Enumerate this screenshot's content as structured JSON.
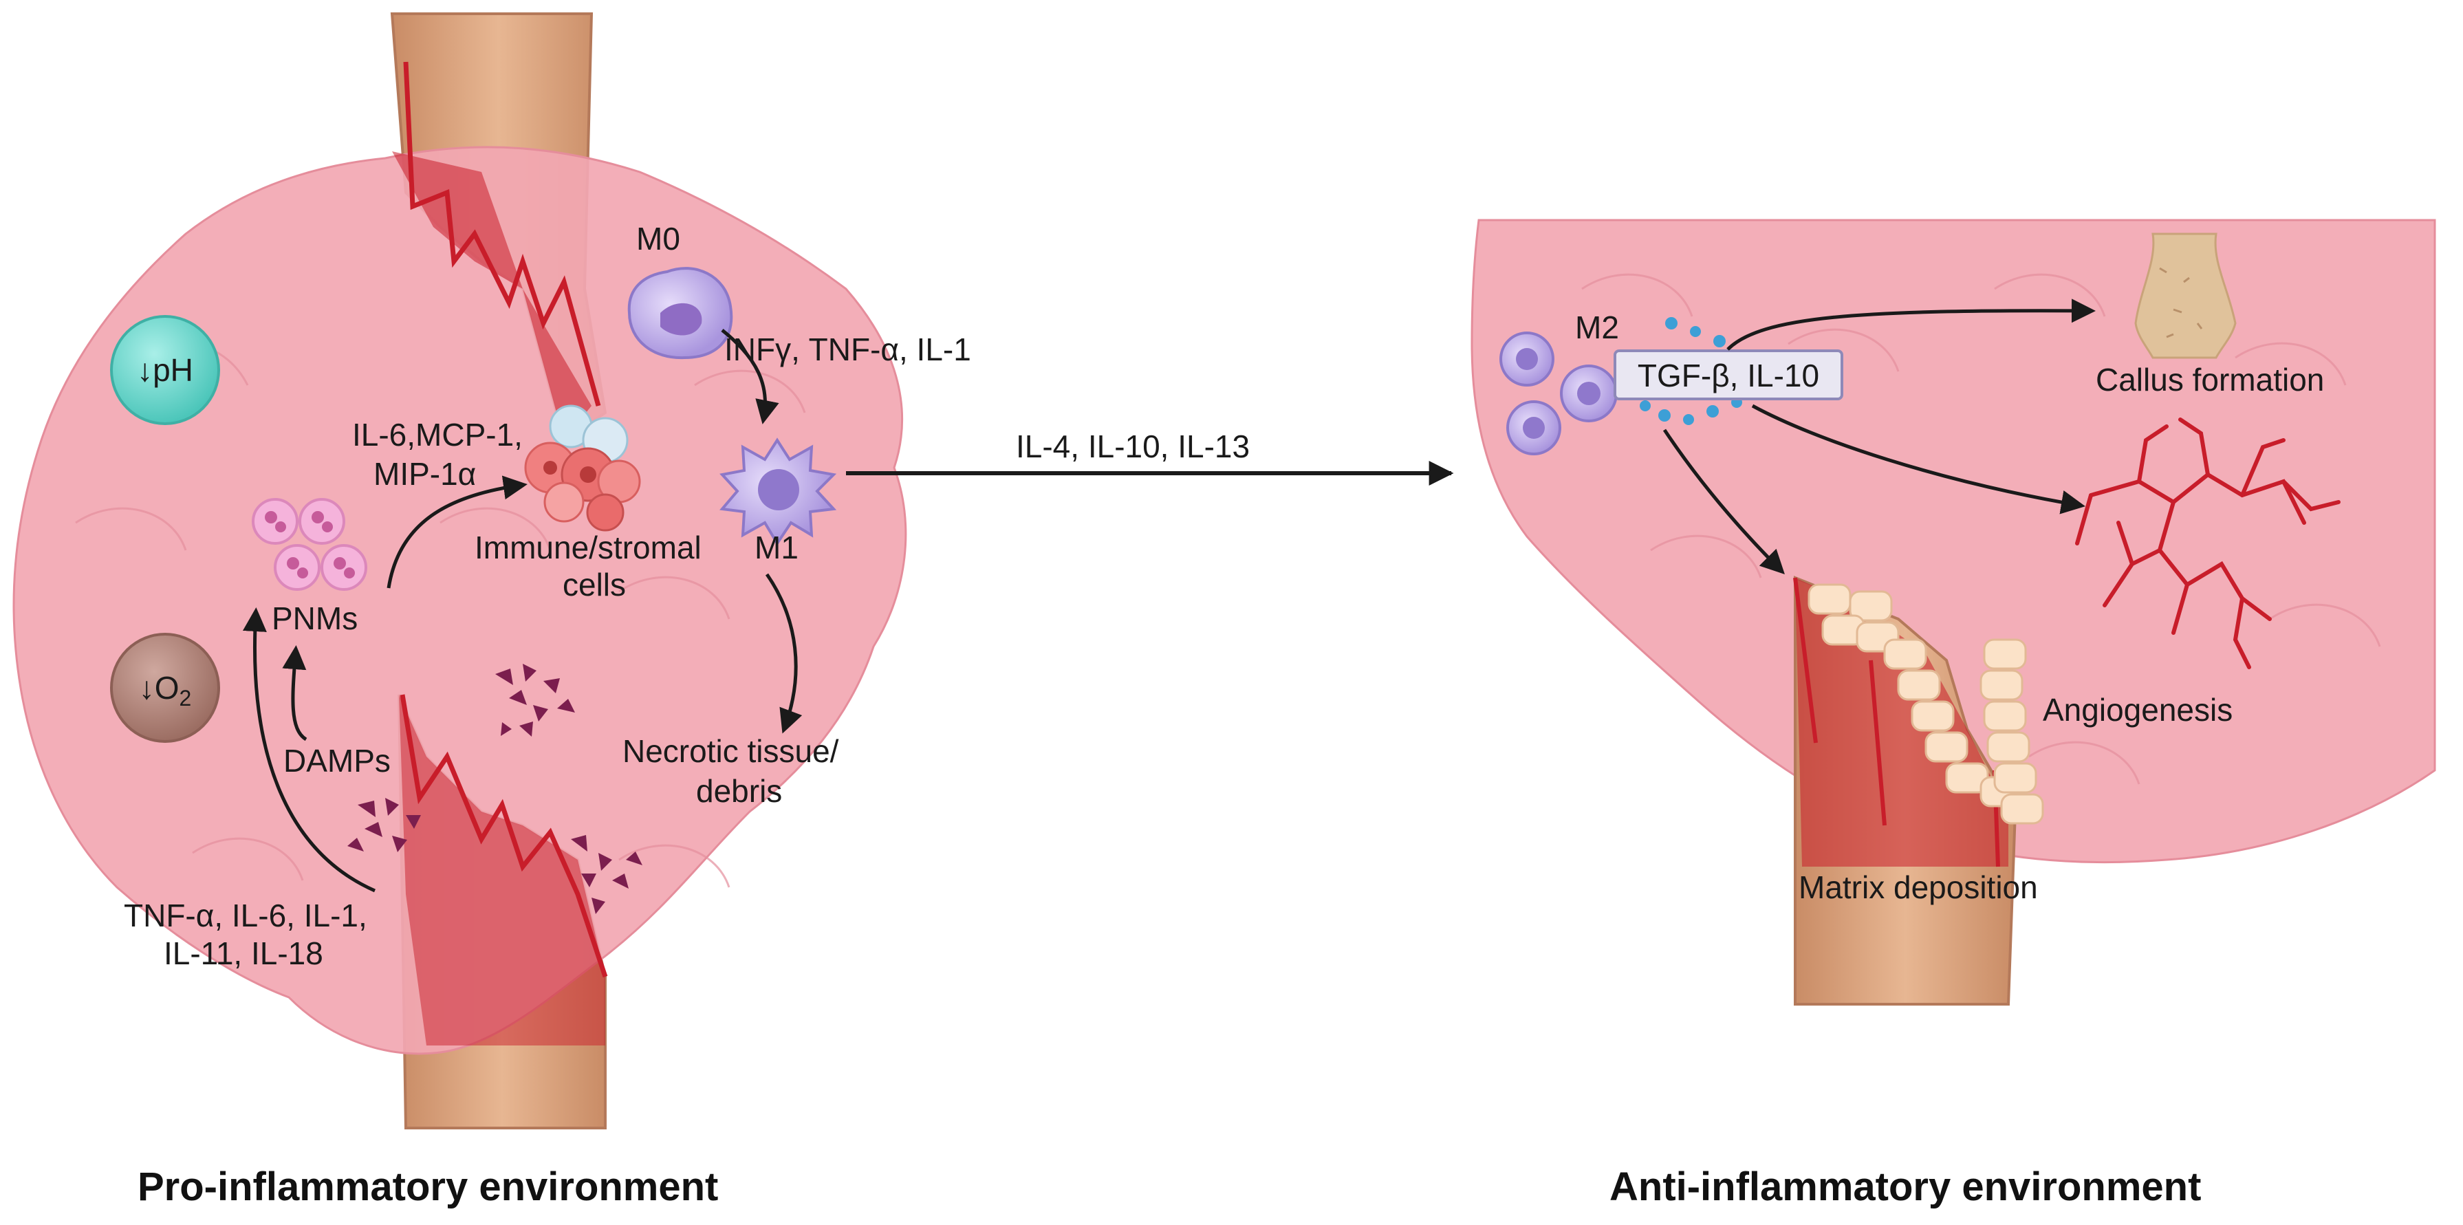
{
  "colors": {
    "tissue": "#f2a7b2",
    "tissue_dark": "#e38f9d",
    "blood": "#c81d2a",
    "bone": "#d9a47c",
    "ph_badge": "#6fd3c9",
    "o2_badge": "#b58a80",
    "macrophage": "#b9a6e6",
    "neutrophil": "#f2a9d4",
    "damp": "#7b1e4e",
    "arrow": "#1a1a1a"
  },
  "left": {
    "title": "Pro-inflammatory environment",
    "ph": "↓pH",
    "o2": "↓O",
    "o2_sub": "2",
    "m0": "M0",
    "m0_cytokines": "INFγ, TNF-α, IL-1",
    "m1": "M1",
    "immune_cytokines_1": "IL-6,MCP-1,",
    "immune_cytokines_2": "MIP-1α",
    "immune_label_1": "Immune/stromal",
    "immune_label_2": "cells",
    "pnms": "PNMs",
    "damps": "DAMPs",
    "necrotic_1": "Necrotic tissue/",
    "necrotic_2": "debris",
    "bottom_cytokines_1": "TNF-α,  IL-6, IL-1,",
    "bottom_cytokines_2": "IL-11, IL-18"
  },
  "transition": {
    "label": "IL-4, IL-10, IL-13"
  },
  "right": {
    "title": "Anti-inflammatory environment",
    "m2": "M2",
    "cytokines": "TGF-β, IL-10",
    "callus": "Callus formation",
    "angiogenesis": "Angiogenesis",
    "matrix": "Matrix deposition"
  }
}
